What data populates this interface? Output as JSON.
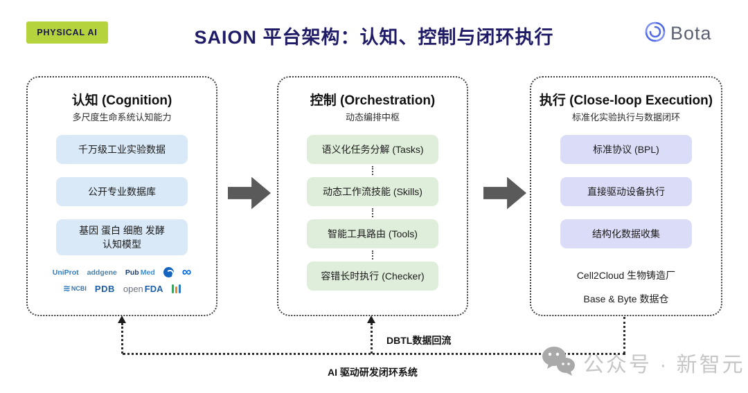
{
  "header": {
    "badge": "PHYSICAL AI",
    "title": "SAION 平台架构：认知、控制与闭环执行",
    "brand": "Bota"
  },
  "columns": [
    {
      "title": "认知 (Cognition)",
      "subtitle": "多尺度生命系统认知能力",
      "items": [
        "千万级工业实验数据",
        "公开专业数据库",
        "基因 蛋白 细胞 发酵\n认知模型"
      ],
      "logos": {
        "uniprot": "UniProt",
        "addgene": "addgene",
        "pubmed_a": "Pub",
        "pubmed_b": "Med",
        "meta_glyph": "∞",
        "ncbi_wave": "≋",
        "ncbi": "NCBI",
        "pdb": "PDB",
        "openfda_a": "open",
        "openfda_b": "FDA"
      }
    },
    {
      "title": "控制 (Orchestration)",
      "subtitle": "动态编排中枢",
      "items": [
        "语义化任务分解 (Tasks)",
        "动态工作流技能 (Skills)",
        "智能工具路由 (Tools)",
        "容错长时执行 (Checker)"
      ]
    },
    {
      "title": "执行 (Close-loop Execution)",
      "subtitle": "标准化实验执行与数据闭环",
      "items": [
        "标准协议 (BPL)",
        "直接驱动设备执行",
        "结构化数据收集"
      ],
      "notes": [
        "Cell2Cloud 生物铸造厂",
        "Base & Byte 数据仓"
      ]
    }
  ],
  "feedback_loop": {
    "dbtl_label": "DBTL数据回流",
    "system_label": "AI 驱动研发闭环系统"
  },
  "watermark": "公众号 · 新智元",
  "colors": {
    "title_navy": "#1f1b66",
    "badge_lime": "#b5d33c",
    "cognition_item_bg": "#d9e9f7",
    "orchestration_item_bg": "#dfeedb",
    "execution_item_bg": "#dbdcf7",
    "flow_arrow_gray": "#5a5a5a",
    "brand_blue": "#4f68e8",
    "watermark_gray": "#c6c6c6"
  }
}
